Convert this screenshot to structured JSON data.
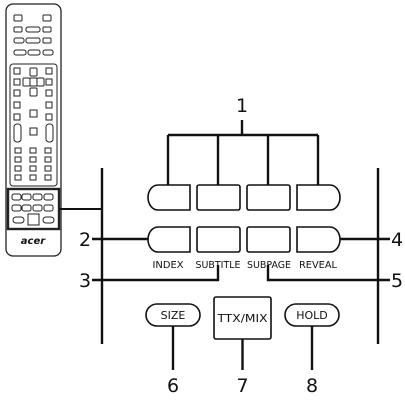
{
  "remote": {
    "logo_text": "acer"
  },
  "callouts": {
    "one": "1",
    "two": "2",
    "three": "3",
    "four": "4",
    "five": "5",
    "six": "6",
    "seven": "7",
    "eight": "8"
  },
  "colour_row": {
    "labels": [
      "INDEX",
      "SUBTITLE",
      "SUBPAGE",
      "REVEAL"
    ]
  },
  "bottom_row": {
    "size_label": "SIZE",
    "ttx_label": "TTX/MIX",
    "hold_label": "HOLD"
  }
}
